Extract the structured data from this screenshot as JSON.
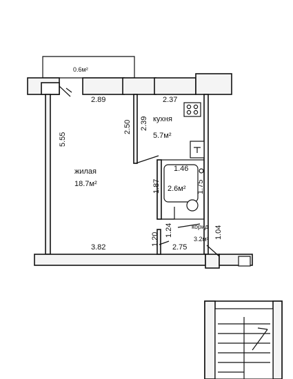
{
  "rooms": {
    "living": {
      "name": "жилая",
      "area": "18.7м²"
    },
    "kitchen": {
      "name": "кухня",
      "area": "5.7м²"
    },
    "bath": {
      "area": "2.6м²"
    },
    "corridor": {
      "name": "корид",
      "area": "3.2м²"
    },
    "balcony": {
      "area": "0.6м²"
    }
  },
  "dimensions": {
    "living_width_top": "2.89",
    "kitchen_width_top": "2.37",
    "living_height": "5.55",
    "kitchen_left": "2.50",
    "kitchen_right": "2.39",
    "bath_width": "1.46",
    "bath_left": "1.87",
    "bath_right": "1.75",
    "corridor_left": "1.24",
    "corridor_right": "1.04",
    "living_width_bottom": "3.82",
    "bottom_left": "1.20",
    "corridor_width": "2.75"
  },
  "colors": {
    "lines": "#111111",
    "wall_fill": "#f4f4f4",
    "background": "#ffffff"
  }
}
